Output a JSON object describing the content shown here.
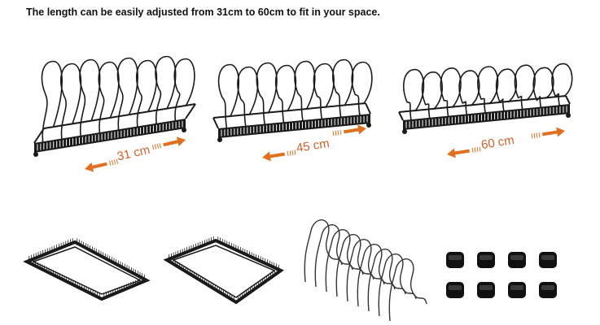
{
  "heading": "The length can be easily adjusted from 31cm to 60cm to fit in your space.",
  "racks": [
    {
      "label": "31 cm",
      "dividers": 8
    },
    {
      "label": "45 cm",
      "dividers": 8
    },
    {
      "label": "60 cm",
      "dividers": 9
    }
  ],
  "parts": {
    "trays": 2,
    "dividers": 9,
    "pads": 8
  },
  "colors": {
    "accent": "#e0701f",
    "metal": "#1a1a1a",
    "label": "#d2622a"
  }
}
